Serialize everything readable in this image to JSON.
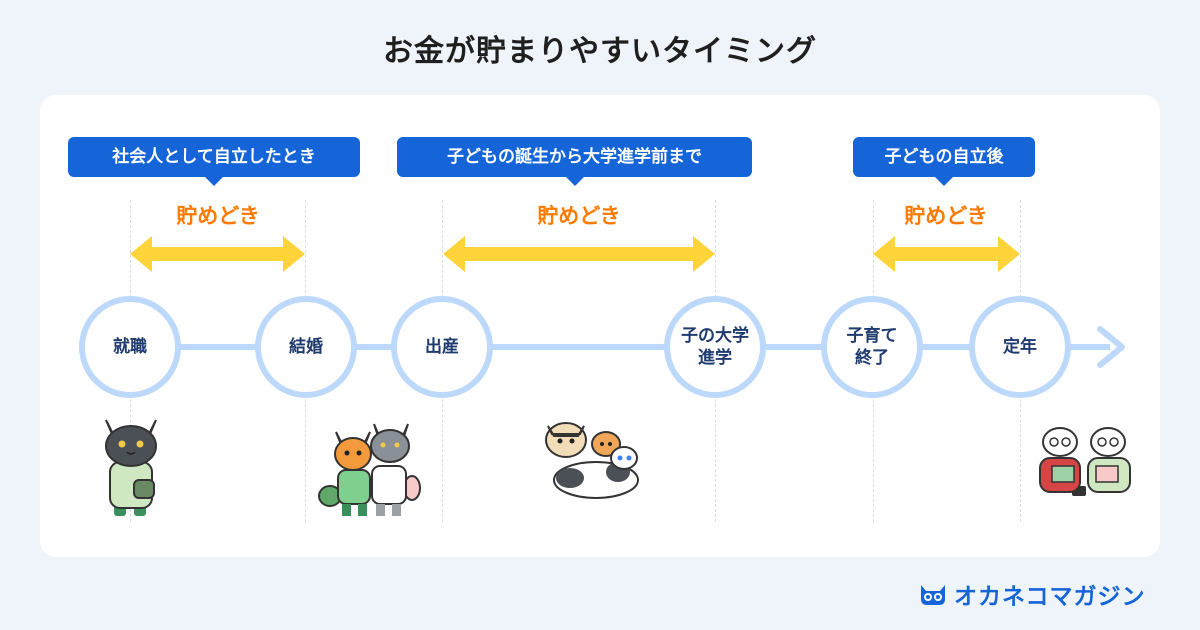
{
  "title": "お金が貯まりやすいタイミング",
  "periods": [
    {
      "bubble": "社会人として自立したとき",
      "label": "貯めどき"
    },
    {
      "bubble": "子どもの誕生から大学進学前まで",
      "label": "貯めどき"
    },
    {
      "bubble": "子どもの自立後",
      "label": "貯めどき"
    }
  ],
  "milestones": [
    {
      "label": "就職"
    },
    {
      "label": "結婚"
    },
    {
      "label": "出産"
    },
    {
      "label": "子の大学\n進学"
    },
    {
      "label": "子育て\n終了"
    },
    {
      "label": "定年"
    }
  ],
  "colors": {
    "bubble": "#1565d8",
    "save_label": "#ff7a00",
    "arrow": "#ffd43a",
    "timeline": "#bcd8fa",
    "background": "#eef4fa"
  },
  "logo": {
    "text": "オカネコマガジン",
    "icon": "cat-face-icon"
  }
}
